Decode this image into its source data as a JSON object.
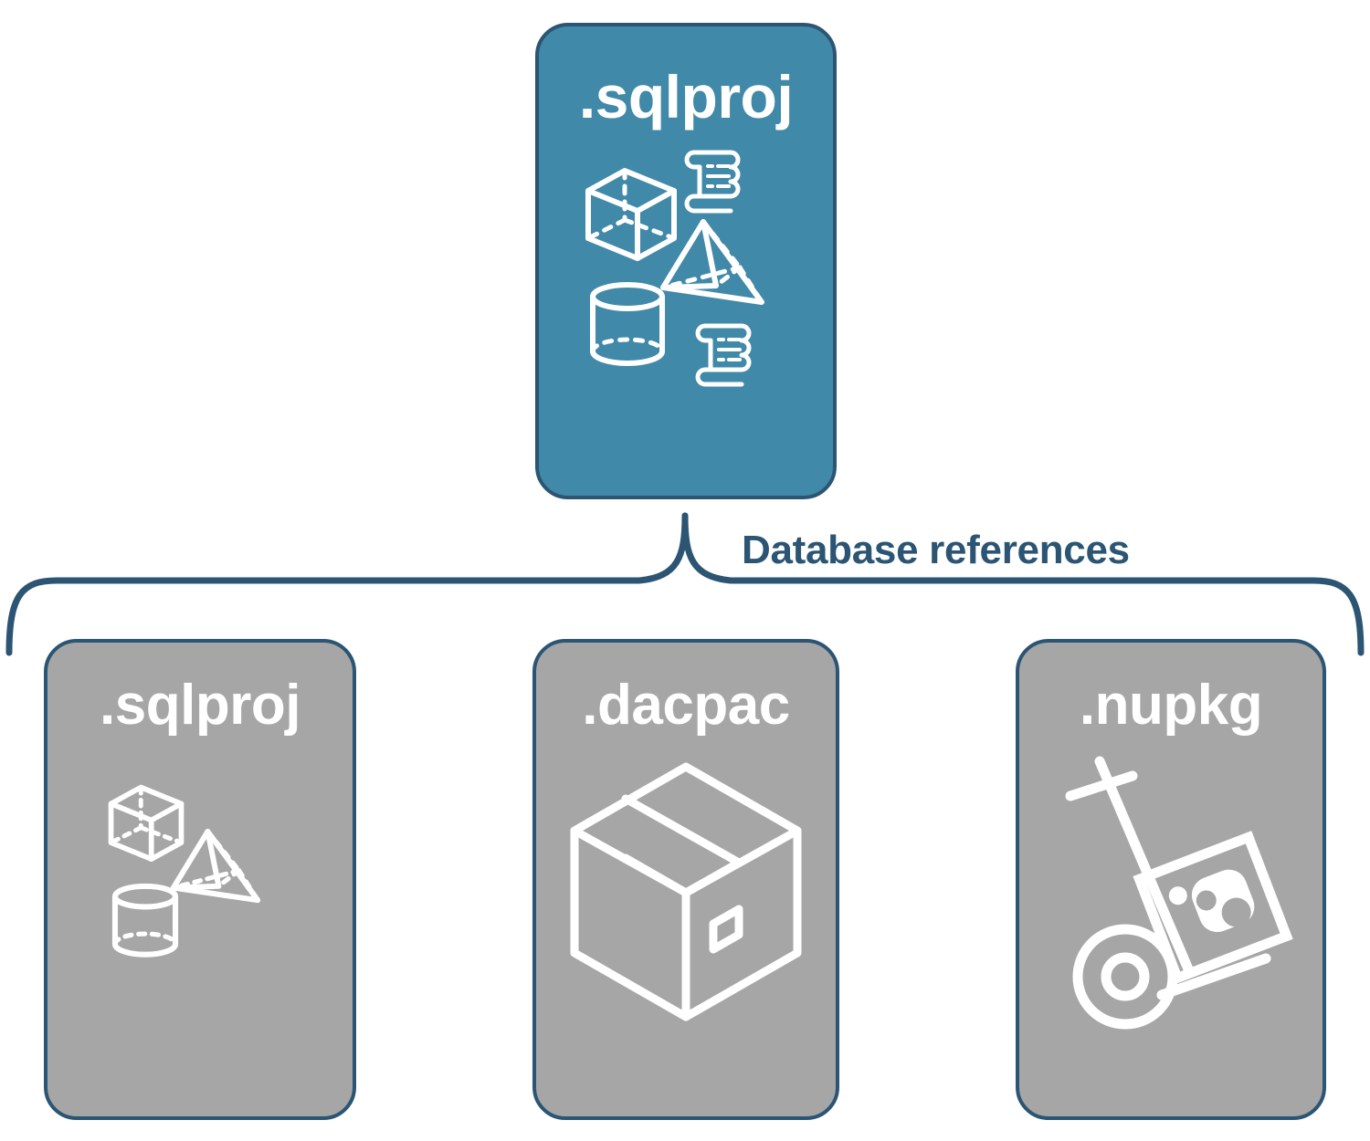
{
  "diagram": {
    "title": "Database references",
    "root": {
      "label": ".sqlproj",
      "type": "primary",
      "fill": "#4189a8",
      "border": "#2b5573",
      "icons": [
        "cube-icon",
        "scroll-icon",
        "pyramid-icon",
        "cylinder-icon",
        "scroll-icon"
      ]
    },
    "connector": {
      "label": "Database references",
      "color": "#2b5573",
      "style": "curly-brace"
    },
    "references": [
      {
        "label": ".sqlproj",
        "type": "secondary",
        "fill": "#a6a6a6",
        "border": "#2b5573",
        "icons": [
          "cube-icon",
          "pyramid-icon",
          "cylinder-icon"
        ]
      },
      {
        "label": ".dacpac",
        "type": "secondary",
        "fill": "#a6a6a6",
        "border": "#2b5573",
        "icons": [
          "package-box-icon"
        ]
      },
      {
        "label": ".nupkg",
        "type": "secondary",
        "fill": "#a6a6a6",
        "border": "#2b5573",
        "icons": [
          "hand-truck-icon",
          "nuget-package-icon"
        ]
      }
    ]
  },
  "colors": {
    "accent_blue": "#4189a8",
    "dark_blue": "#2b5573",
    "gray": "#a6a6a6",
    "white": "#ffffff"
  }
}
